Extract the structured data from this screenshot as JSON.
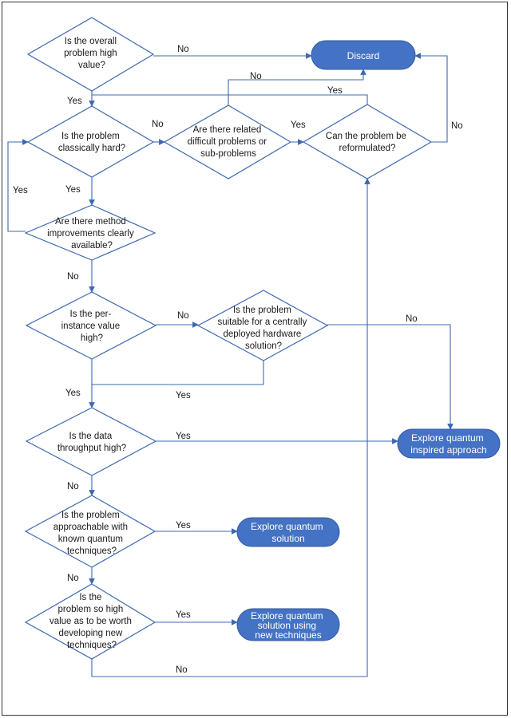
{
  "nodes": {
    "q_high_value": [
      "Is the overall",
      "problem high",
      "value?"
    ],
    "q_classically_hard": [
      "Is the problem",
      "classically hard?"
    ],
    "q_related": [
      "Are there related",
      "difficult problems or",
      "sub-problems"
    ],
    "q_reformulated": [
      "Can the problem be",
      "reformulated?"
    ],
    "q_method_improvements": [
      "Are there method",
      "improvements clearly",
      "available?"
    ],
    "q_per_instance": [
      "Is the  per-",
      "instance value",
      "high?"
    ],
    "q_centrally_deployed": [
      "Is the problem",
      "suitable for a centrally",
      "deployed hardware",
      "solution?"
    ],
    "q_throughput": [
      "Is the data",
      "throughput high?"
    ],
    "q_known_techniques": [
      "Is the problem",
      "approachable with",
      "known quantum",
      "techniques?"
    ],
    "q_worth_developing": [
      "Is the",
      "problem so high",
      "value as to be worth",
      "developing new",
      "techniques?"
    ],
    "t_discard": [
      "Discard"
    ],
    "t_quantum_inspired": [
      "Explore quantum",
      "inspired approach"
    ],
    "t_quantum_solution": [
      "Explore quantum",
      "solution"
    ],
    "t_new_techniques": [
      "Explore quantum",
      "solution using",
      "new techniques"
    ]
  },
  "edge_labels": {
    "no": "No",
    "yes": "Yes"
  },
  "colors": {
    "line": "#3d68b0",
    "terminal_fill": "#4472c4",
    "terminal_text": "#ffffff"
  }
}
